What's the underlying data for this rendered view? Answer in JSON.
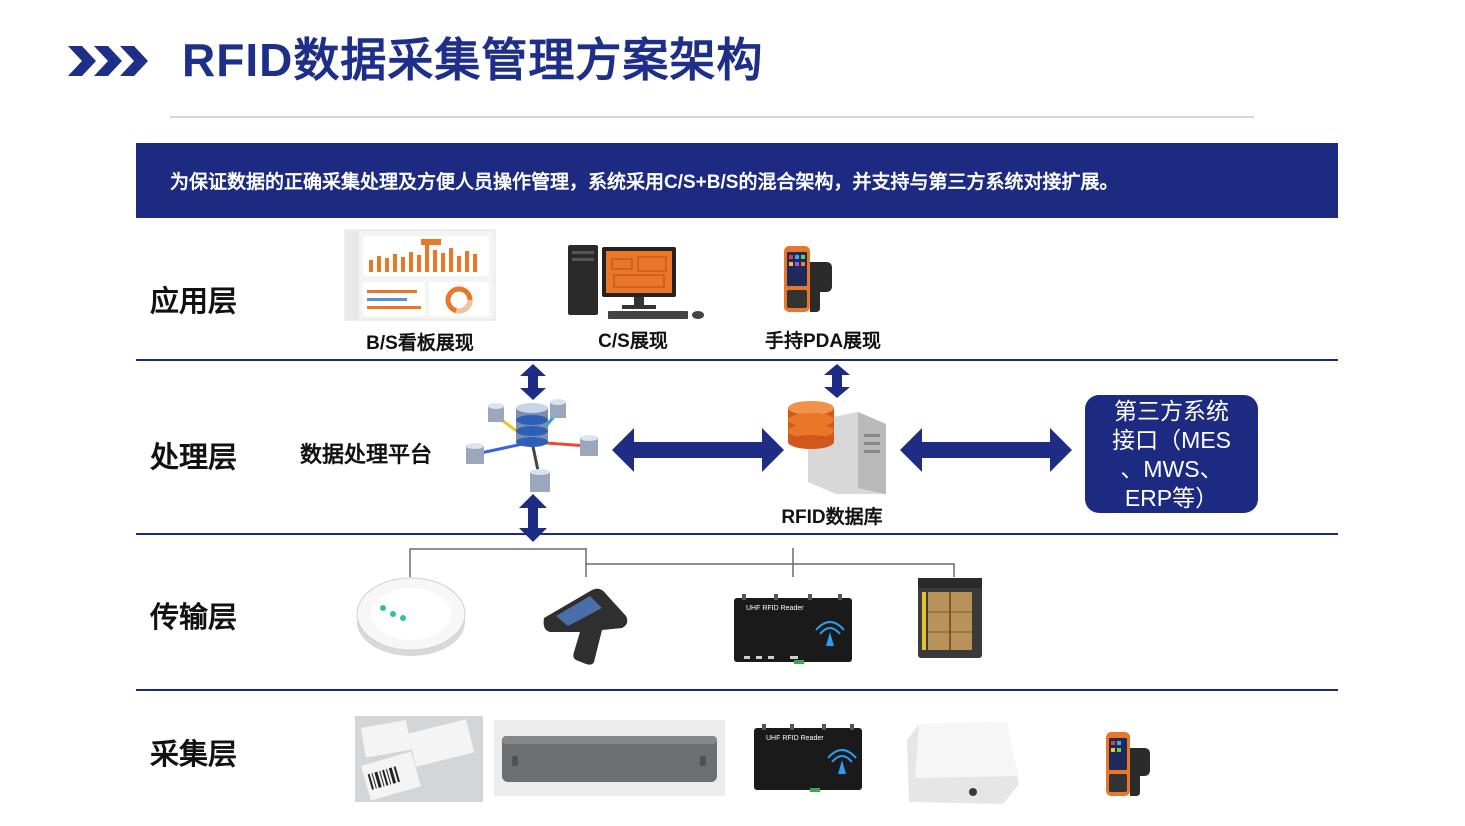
{
  "header": {
    "title": "RFID数据采集管理方案架构"
  },
  "banner": {
    "text": "为保证数据的正确采集处理及方便人员操作管理，系统采用C/S+B/S的混合架构，并支持与第三方系统对接扩展。"
  },
  "layers": {
    "application": {
      "label": "应用层",
      "items": [
        {
          "caption": "B/S看板展现",
          "icon": "dashboard-screenshot"
        },
        {
          "caption": "C/S展现",
          "icon": "desktop-computer"
        },
        {
          "caption": "手持PDA展现",
          "icon": "handheld-pda"
        }
      ]
    },
    "processing": {
      "label": "处理层",
      "platform_label": "数据处理平台",
      "database_label": "RFID数据库",
      "third_party_lines": [
        "第三方系统",
        "接口（MES",
        "、MWS、",
        "ERP等）"
      ]
    },
    "transport": {
      "label": "传输层",
      "devices": [
        "wireless-access-point",
        "handheld-rfid-reader",
        "uhf-rfid-reader",
        "rfid-channel-gate"
      ]
    },
    "collection": {
      "label": "采集层",
      "devices": [
        "rfid-labels",
        "rfid-antenna-bar",
        "uhf-rfid-reader",
        "rfid-panel-antenna",
        "handheld-pda"
      ]
    }
  },
  "device_text": {
    "reader_label": "UHF RFID Reader"
  },
  "colors": {
    "brand_blue": "#1c2a82",
    "title_blue": "#1e2f8a",
    "rule_gray": "#d6d6d6",
    "arrow_blue": "#1e2c86",
    "accent_orange": "#e8772a"
  }
}
